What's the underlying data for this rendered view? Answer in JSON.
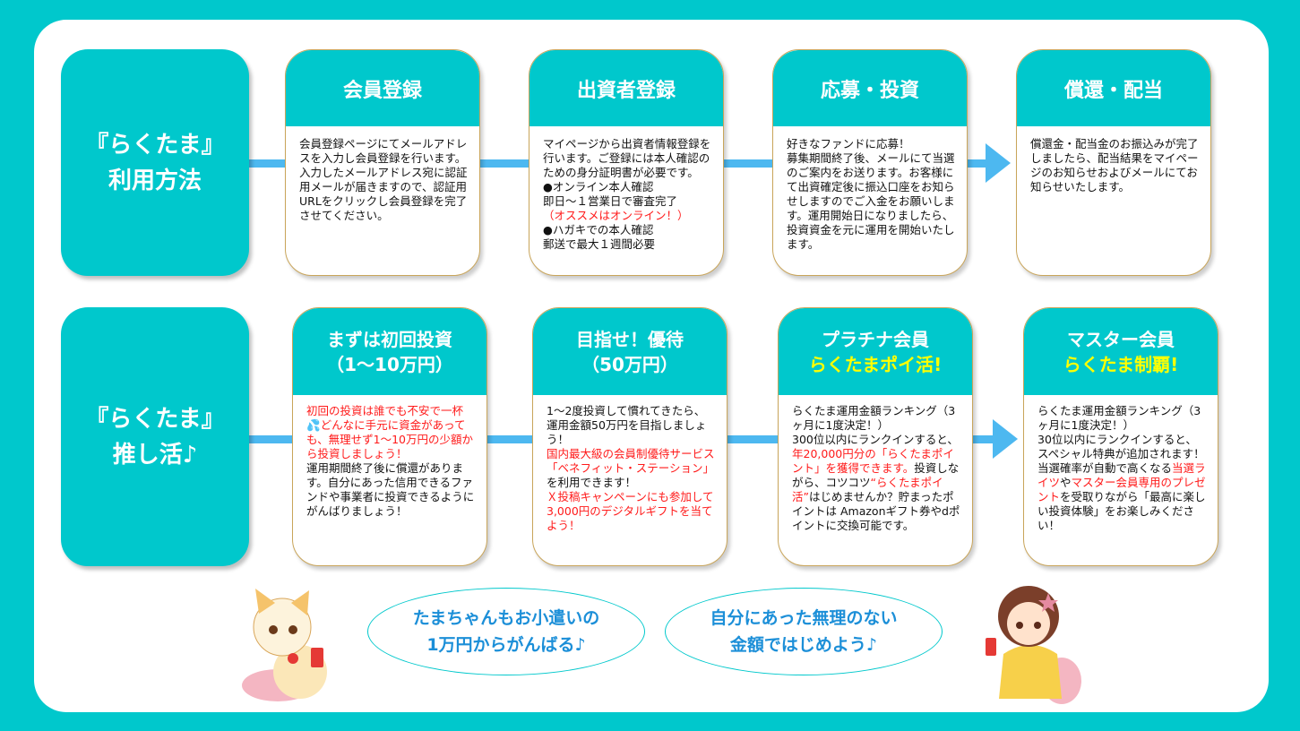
{
  "row1": {
    "label": [
      "『らくたま』",
      "利用方法"
    ],
    "cards": [
      {
        "title": [
          "会員登録"
        ],
        "body": [
          {
            "t": "会員登録ページにてメールアドレスを入力し会員登録を行います。入力したメールアドレス宛に認証用メールが届きますので、認証用URLをクリックし会員登録を完了させてください。"
          }
        ]
      },
      {
        "title": [
          "出資者登録"
        ],
        "body": [
          {
            "t": "マイページから出資者情報登録を行います。ご登録には本人確認のための身分証明書が必要です。\n●オンライン本人確認\n即日～１営業日で審査完了\n"
          },
          {
            "t": "（オススメはオンライン！）",
            "red": true
          },
          {
            "t": "\n●ハガキでの本人確認\n郵送で最大１週間必要"
          }
        ]
      },
      {
        "title": [
          "応募・投資"
        ],
        "body": [
          {
            "t": "好きなファンドに応募！\n募集期間終了後、メールにて当選のご案内をお送ります。お客様にて出資確定後に振込口座をお知らせしますのでご入金をお願いします。運用開始日になりましたら、投資資金を元に運用を開始いたします。"
          }
        ]
      },
      {
        "title": [
          "償還・配当"
        ],
        "body": [
          {
            "t": "償還金・配当金のお振込みが完了しましたら、配当結果をマイページのお知らせおよびメールにてお知らせいたします。"
          }
        ]
      }
    ]
  },
  "row2": {
    "label": [
      "『らくたま』",
      "推し活♪"
    ],
    "cards": [
      {
        "title": [
          "まずは初回投資",
          "（1～10万円）"
        ],
        "body": [
          {
            "t": "初回の投資は誰でも不安で一杯💦どんなに手元に資金があっても、無理せず1～10万円の少額から投資しましょう！",
            "red": true
          },
          {
            "t": "\n運用期間終了後に償還があります。自分にあった信用できるファンドや事業者に投資できるようにがんばりましょう！"
          }
        ]
      },
      {
        "title": [
          "目指せ！優待",
          "（50万円）"
        ],
        "body": [
          {
            "t": "1～2度投資して慣れてきたら、運用金額50万円を目指しましょう！\n"
          },
          {
            "t": "国内最大級の会員制優待サービス「ベネフィット・ステーション」",
            "red": true
          },
          {
            "t": "を利用できます！\n"
          },
          {
            "t": "Ｘ投稿キャンペーンにも参加して3,000円のデジタルギフトを当てよう！",
            "red": true
          }
        ]
      },
      {
        "title": [
          "プラチナ会員"
        ],
        "subtitle": "らくたまポイ活!",
        "body": [
          {
            "t": "らくたま運用金額ランキング（3ヶ月に1度決定！）\n300位以内にランクインすると、"
          },
          {
            "t": "年20,000円分の「らくたまポイント」を獲得できます。",
            "red": true
          },
          {
            "t": "投資しながら、コツコツ"
          },
          {
            "t": "“らくたまポイ活”",
            "red": true
          },
          {
            "t": "はじめませんか？貯まったポイントは Amazonギフト券やdポイントに交換可能です。"
          }
        ]
      },
      {
        "title": [
          "マスター会員"
        ],
        "subtitle": "らくたま制覇!",
        "body": [
          {
            "t": "らくたま運用金額ランキング（3ヶ月に1度決定！）\n30位以内にランクインすると、スペシャル特典が追加されます！\n当選確率が自動で高くなる"
          },
          {
            "t": "当選ライツ",
            "red": true
          },
          {
            "t": "や"
          },
          {
            "t": "マスター会員専用のプレゼント",
            "red": true
          },
          {
            "t": "を受取りながら「最高に楽しい投資体験」をお楽しみください！"
          }
        ]
      }
    ]
  },
  "bubbles": [
    [
      "たまちゃんもお小遣いの",
      "1万円からがんばる♪"
    ],
    [
      "自分にあった無理のない",
      "金額ではじめよう♪"
    ]
  ],
  "colors": {
    "teal": "#00c8cc",
    "line": "#4db8f0",
    "red": "#ff1a1a",
    "yellow": "#ffff00"
  }
}
